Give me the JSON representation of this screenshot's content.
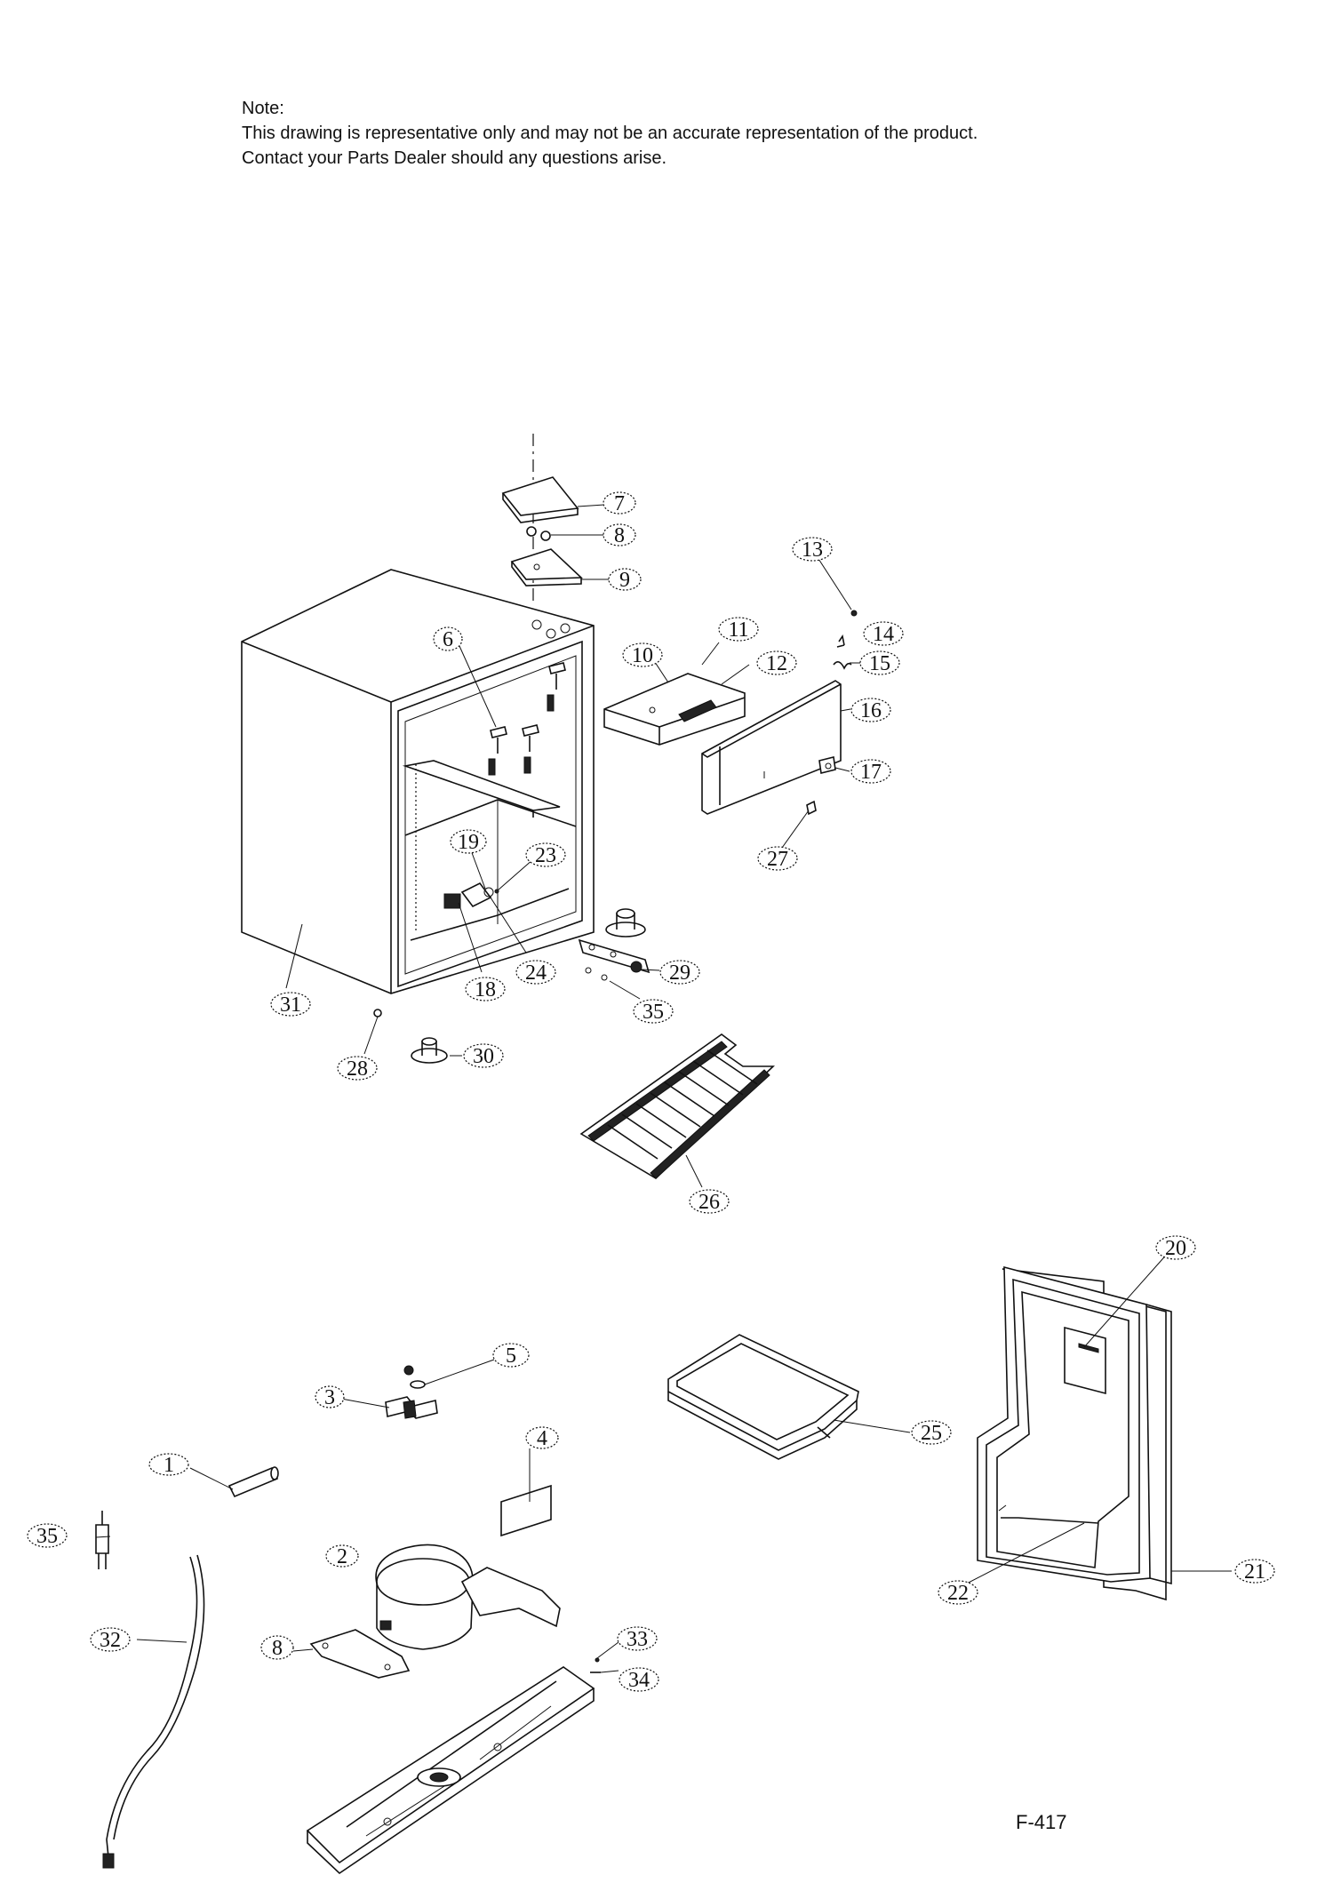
{
  "note": {
    "heading": "Note:",
    "line1": "This drawing is representative only and may not be an accurate representation of the product.",
    "line2": "Contact your Parts Dealer should any questions arise."
  },
  "figure_code": "F-417",
  "callouts": [
    "7",
    "8",
    "9",
    "13",
    "14",
    "15",
    "10",
    "11",
    "12",
    "16",
    "17",
    "6",
    "27",
    "19",
    "23",
    "29",
    "35",
    "24",
    "18",
    "31",
    "28",
    "30",
    "26",
    "20",
    "5",
    "3",
    "25",
    "4",
    "1",
    "35",
    "2",
    "21",
    "22",
    "33",
    "32",
    "8",
    "34"
  ]
}
